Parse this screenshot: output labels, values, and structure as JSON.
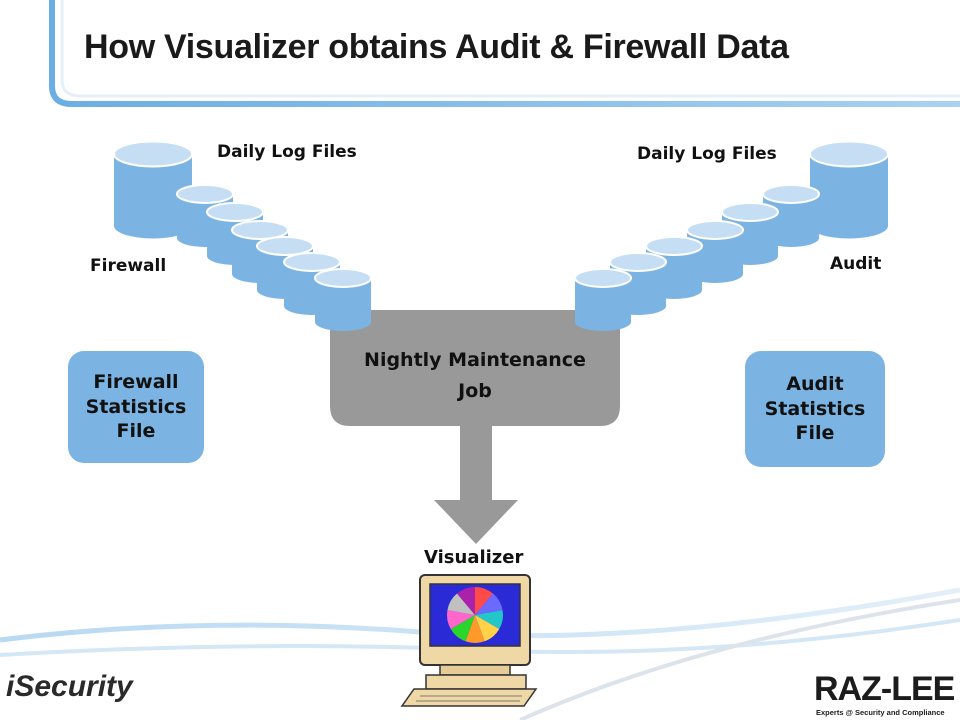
{
  "title": "How Visualizer obtains Audit & Firewall Data",
  "left": {
    "daily_log_label": "Daily Log Files",
    "source_label": "Firewall",
    "stats_file": "Firewall\nStatistics\nFile"
  },
  "right": {
    "daily_log_label": "Daily Log Files",
    "source_label": "Audit",
    "stats_file": "Audit\nStatistics\nFile"
  },
  "job": {
    "label": "Nightly Maintenance\nJob"
  },
  "visualizer": {
    "label": "Visualizer"
  },
  "logos": {
    "left": "iSecurity",
    "right": "RAZ-LEE",
    "right_tagline": "Experts @ Security and Compliance"
  },
  "colors": {
    "cylinder": "#7bb4e2",
    "cylinder_top": "#c6def3",
    "job_box": "#999999",
    "header_stripe": "#7fb9e6"
  }
}
